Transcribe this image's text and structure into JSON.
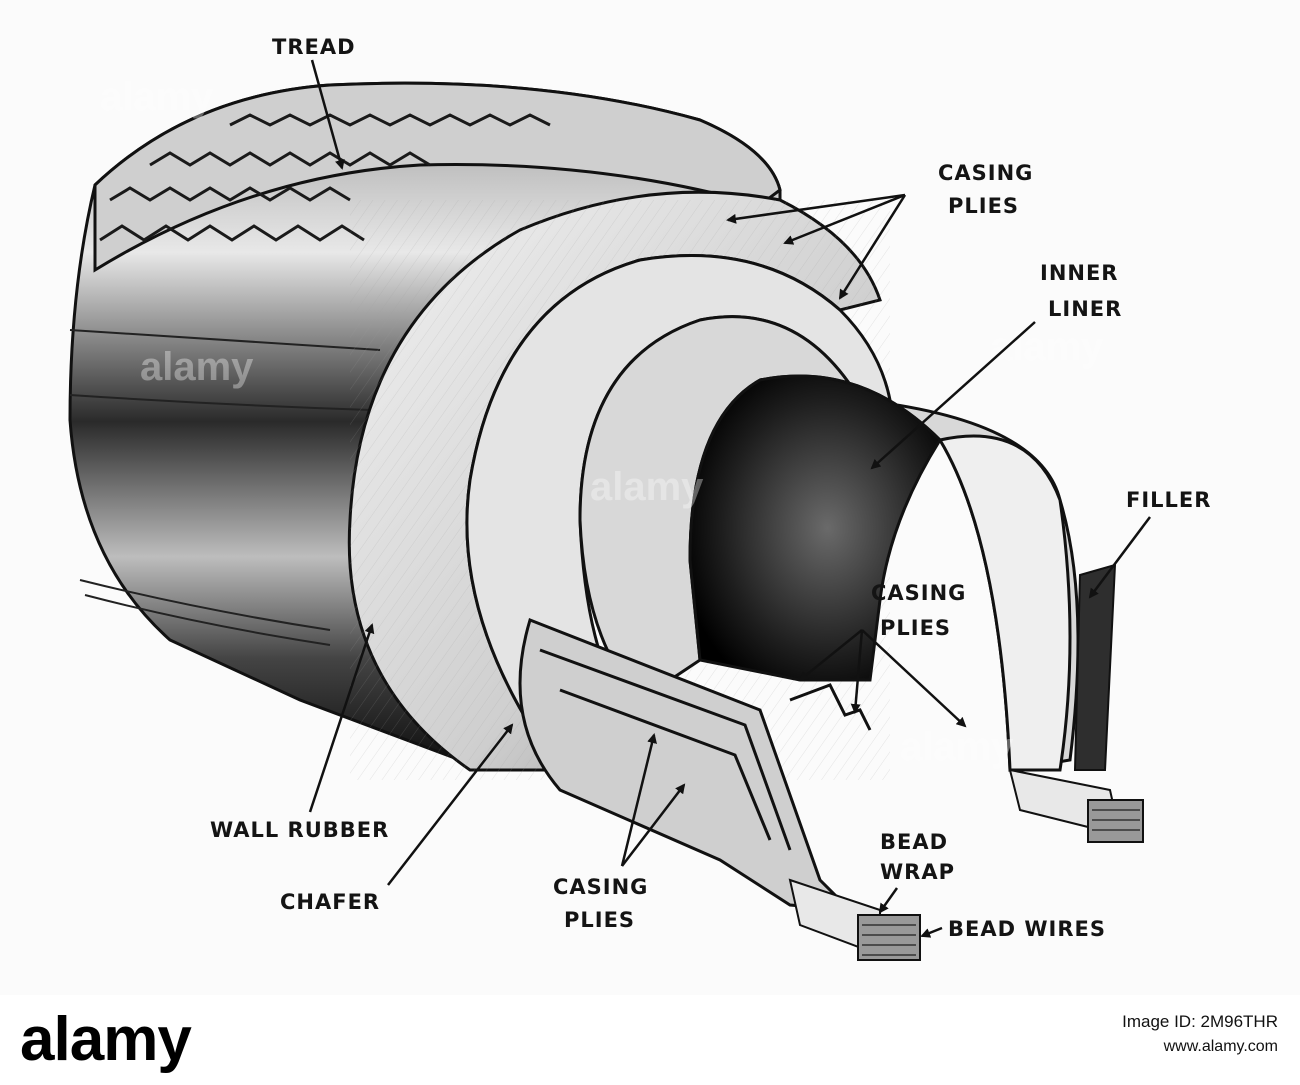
{
  "labels": {
    "tread": "TREAD",
    "casing_plies_top_1": "CASING",
    "casing_plies_top_2": "PLIES",
    "inner_liner_1": "INNER",
    "inner_liner_2": "LINER",
    "filler": "FILLER",
    "casing_plies_mid_1": "CASING",
    "casing_plies_mid_2": "PLIES",
    "wall_rubber": "WALL RUBBER",
    "chafer": "CHAFER",
    "casing_plies_bottom_1": "CASING",
    "casing_plies_bottom_2": "PLIES",
    "bead_wrap_1": "BEAD",
    "bead_wrap_2": "WRAP",
    "bead_wires": "BEAD WIRES"
  },
  "watermark": "alamy",
  "footer": {
    "logo": "alamy",
    "image_id_line": "Image ID: 2M96THR",
    "url": "www.alamy.com"
  }
}
